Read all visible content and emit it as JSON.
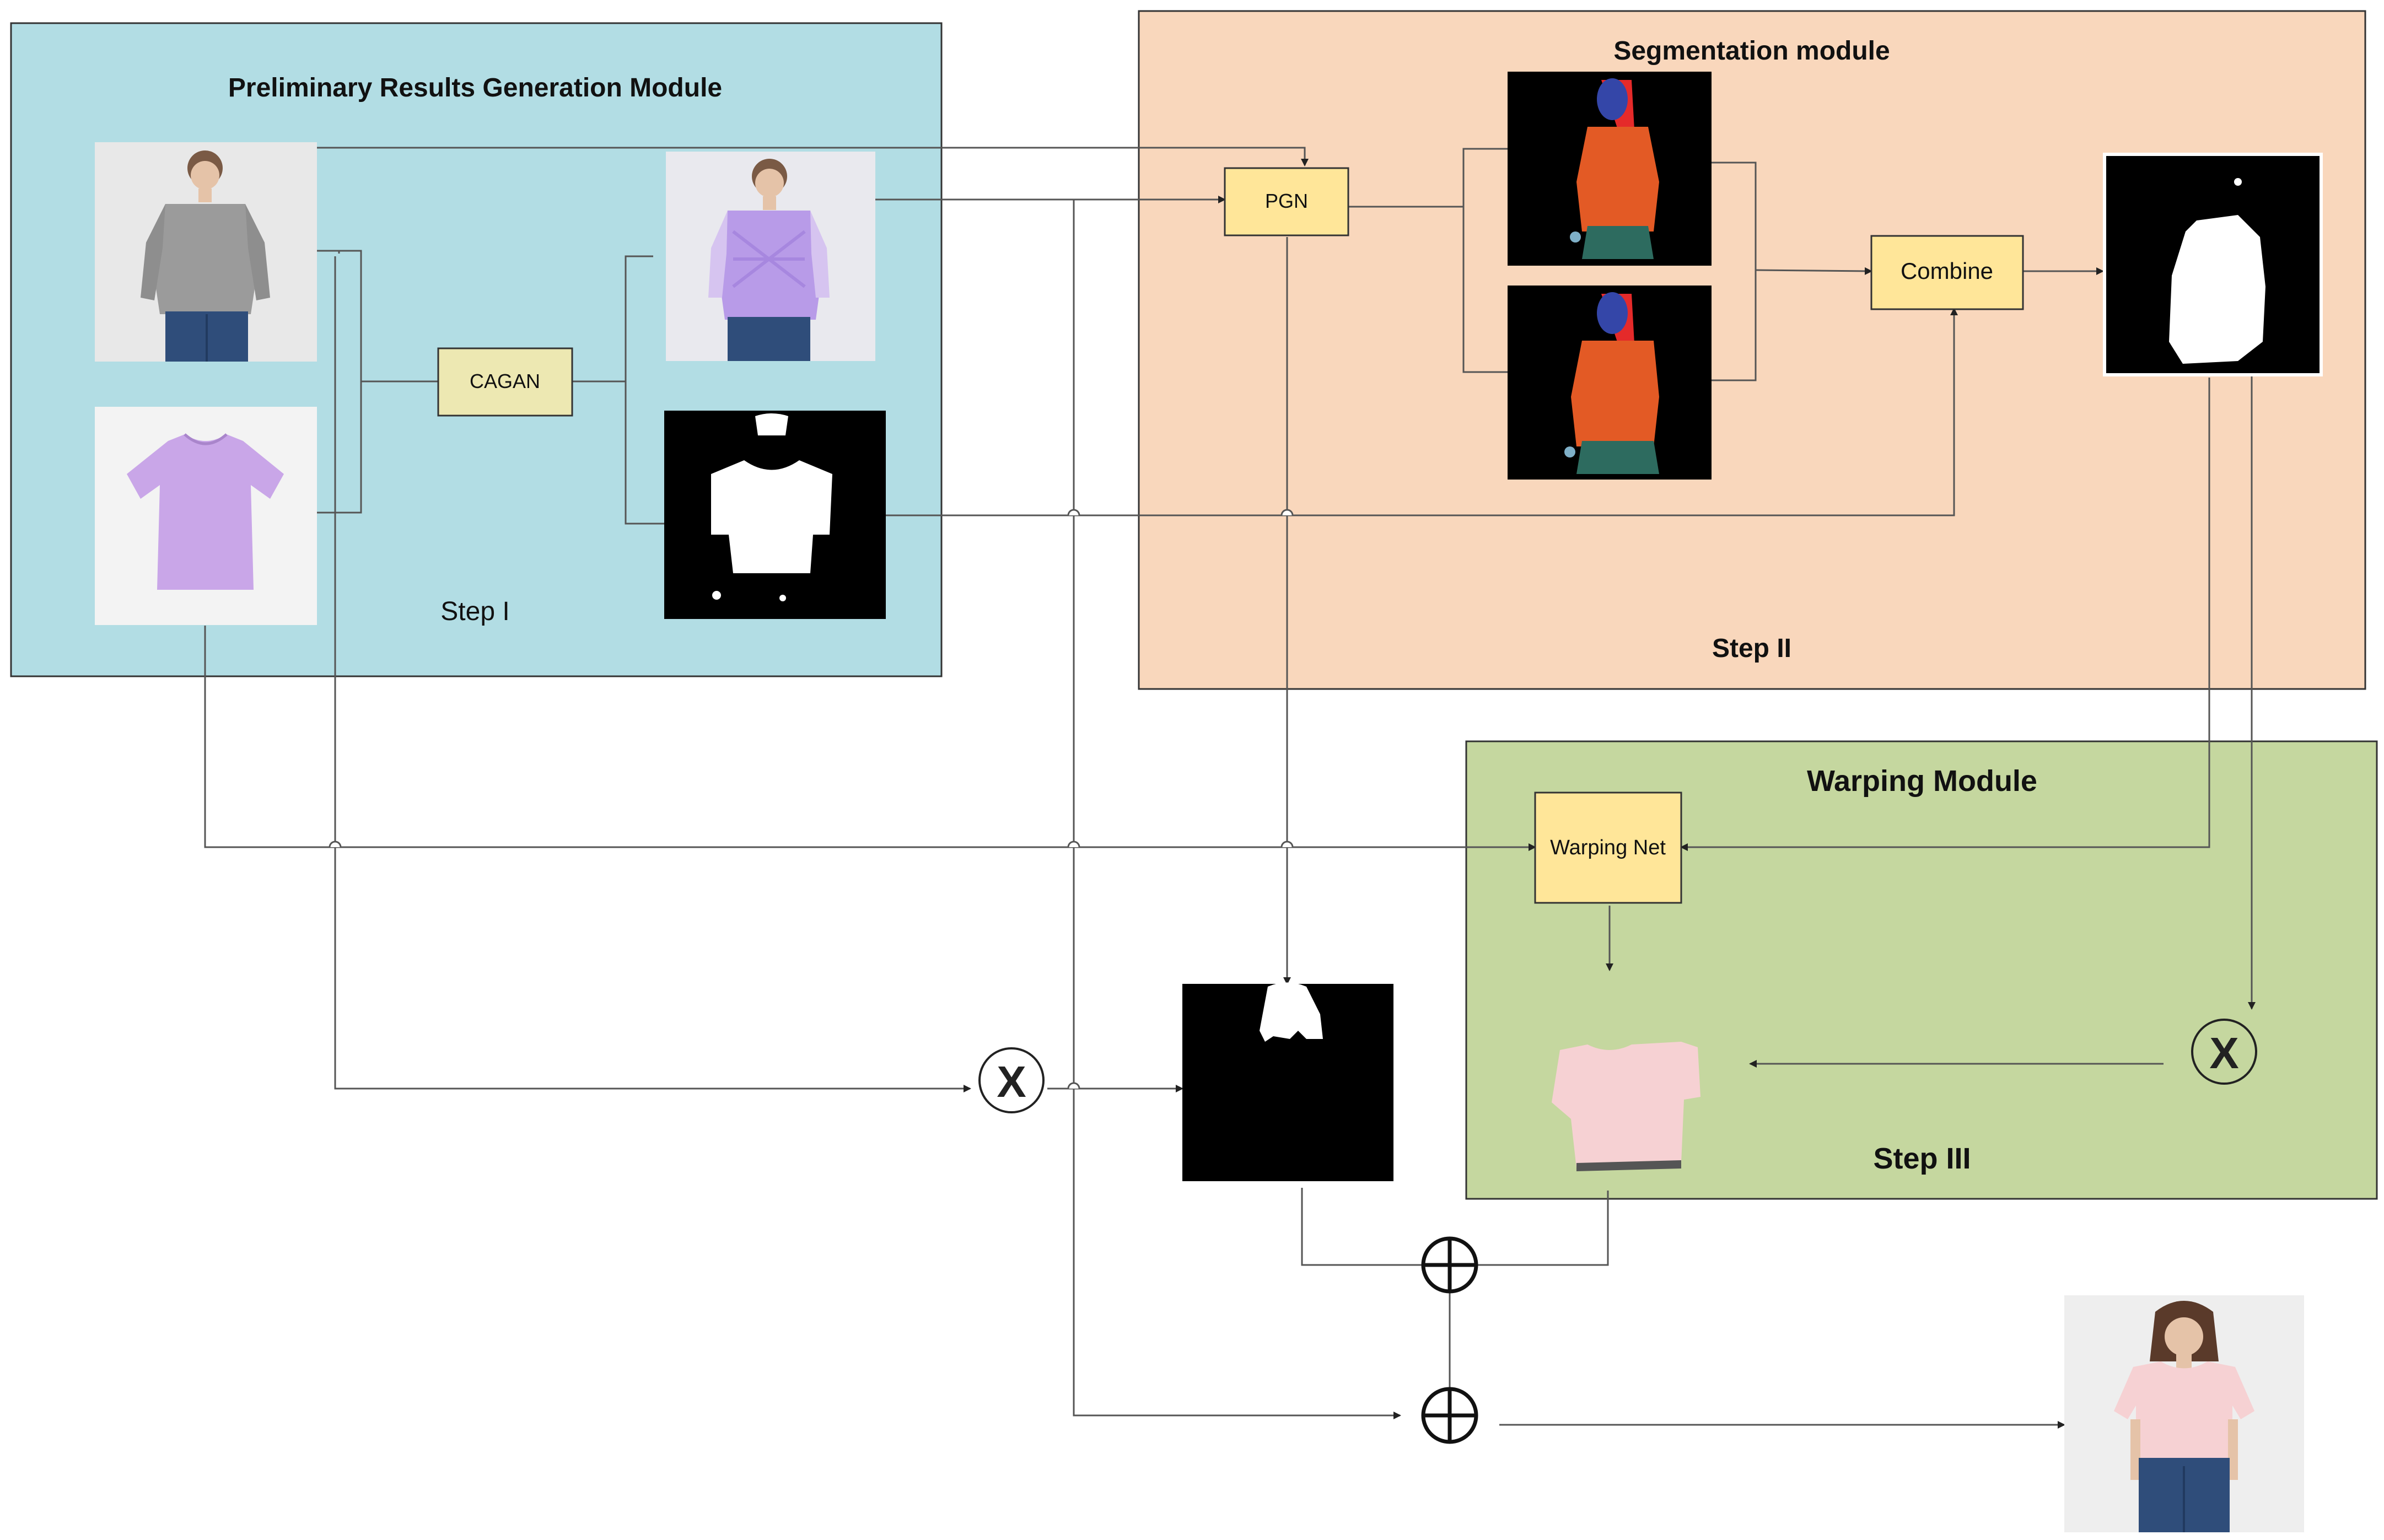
{
  "modules": {
    "preliminary": {
      "title": "Preliminary Results Generation Module",
      "step": "Step I",
      "color": "#b2dde4"
    },
    "segmentation": {
      "title": "Segmentation module",
      "step": "Step II",
      "color": "#f9d7bc"
    },
    "warping": {
      "title": "Warping Module",
      "step": "Step III",
      "color": "#c5d79f"
    }
  },
  "nodes": {
    "cagan": "CAGAN",
    "pgn": "PGN",
    "combine": "Combine",
    "warping_net": "Warping Net"
  },
  "operators": {
    "multiply": "X",
    "add": "+"
  },
  "colors": {
    "yellow_node": "#ffe699",
    "cagan_node": "#ede8b2",
    "line": "#555555",
    "mask_black": "#000000",
    "seg_orange": "#e35a25",
    "seg_red": "#e52a2a",
    "seg_blue": "#3446a8",
    "seg_teal": "#2d6b5f",
    "shirt_purple": "#c9a6e8",
    "shirt_pink": "#f6d1d3"
  }
}
